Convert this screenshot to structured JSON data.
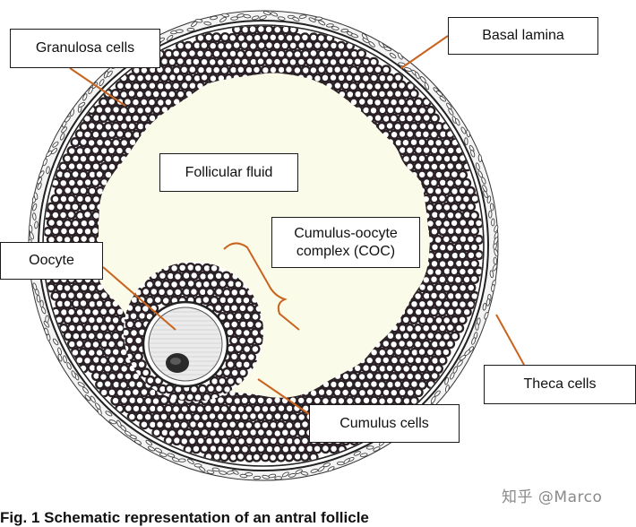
{
  "labels": {
    "granulosa": "Granulosa cells",
    "basal": "Basal lamina",
    "fluid": "Follicular fluid",
    "coc": "Cumulus-oocyte\ncomplex (COC)",
    "oocyte": "Oocyte",
    "theca": "Theca cells",
    "cumulus": "Cumulus cells"
  },
  "watermark": "知乎 @Marco",
  "caption": "Fig. 1 Schematic representation of an antral follicle",
  "colors": {
    "fluid": "#fbfbe9",
    "granulosa_cell": "#2a2126",
    "leader_line": "#c8641e",
    "bracket": "#c8641e",
    "theca_fill": "#f2f2f2",
    "ooplasm": "#ebebeb"
  }
}
